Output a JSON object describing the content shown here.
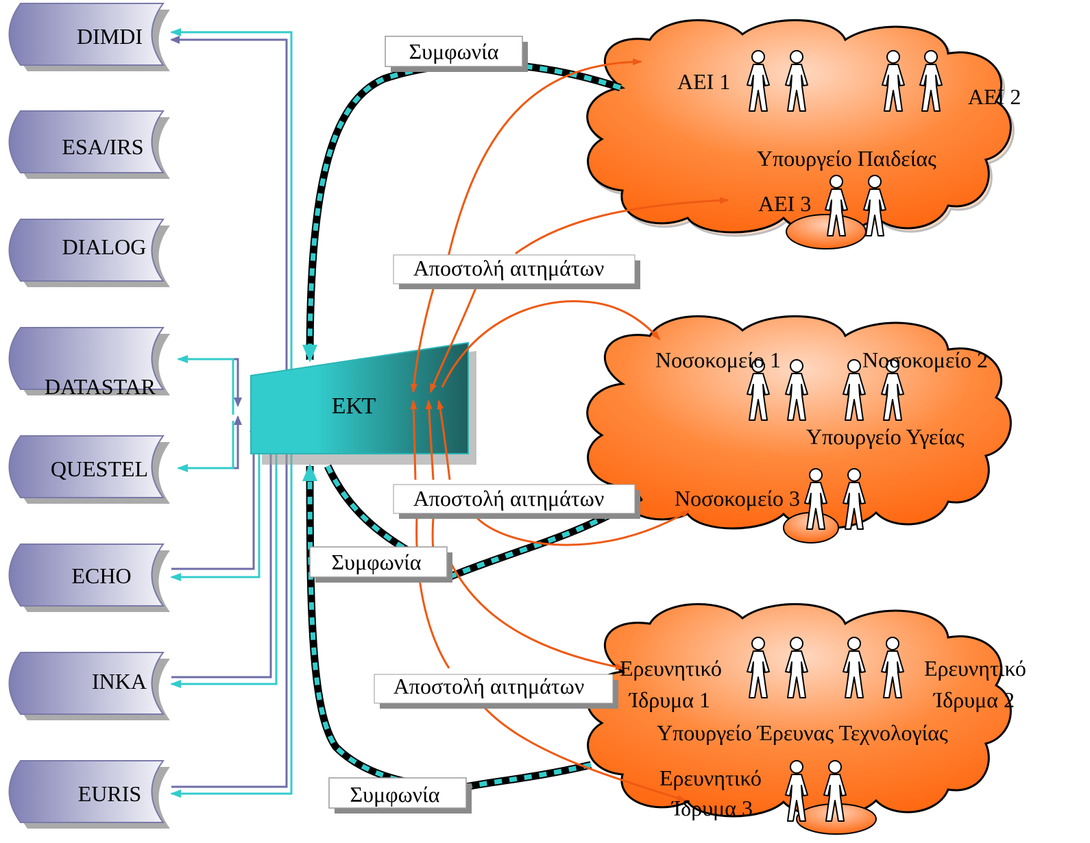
{
  "databases": [
    "DIMDI",
    "ESA/IRS",
    "DIALOG",
    "DATASTAR",
    "QUESTEL",
    "ECHO",
    "INKA",
    "EURIS"
  ],
  "center": {
    "label": "ΕΚΤ"
  },
  "agreement_label": "Συμφωνία",
  "request_label": "Αποστολή αιτημάτων",
  "clouds": [
    {
      "ministry": "Υπουργείο Παιδείας",
      "members": [
        [
          "ΑΕΙ 1"
        ],
        [
          "ΑΕΙ 2"
        ],
        [
          "ΑΕΙ 3"
        ]
      ]
    },
    {
      "ministry": "Υπουργείο Υγείας",
      "members": [
        [
          "Νοσοκομείο 1"
        ],
        [
          "Νοσοκομείο 2"
        ],
        [
          "Νοσοκομείο 3"
        ]
      ]
    },
    {
      "ministry": "Υπουργείο Έρευνας Τεχνολογίας",
      "members": [
        [
          "Ερευνητικό",
          "Ίδρυμα 1"
        ],
        [
          "Ερευνητικό",
          "Ίδρυμα 2"
        ],
        [
          "Ερευνητικό",
          "Ίδρυμα 3"
        ]
      ]
    }
  ],
  "colors": {
    "database_fill": "#8c8cbf",
    "database_fill_light": "#e4e4f0",
    "connector_purple": "#6e6ea8",
    "connector_cyan": "#33cccc",
    "ekt_dark": "#1e5f5f",
    "cloud_fill": "#ff6a14",
    "cloud_fill_light": "#ffd6bd",
    "request_arrow": "#ee5a14",
    "agreement_dash": "#33cccc"
  }
}
